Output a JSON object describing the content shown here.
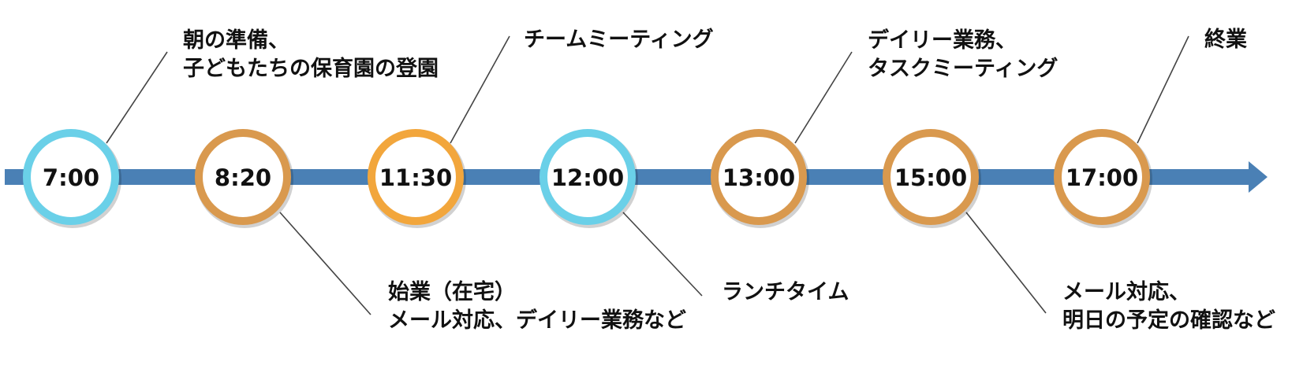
{
  "colors": {
    "axis": "#4A80B5",
    "ring_cyan": "#6AD0E8",
    "ring_tan": "#D9994E",
    "ring_orange": "#F2A63C",
    "leader": "#444444",
    "text": "#111111"
  },
  "milestones": [
    {
      "time": "7:00",
      "ring": "ring_cyan",
      "label_side": "above",
      "lines": [
        "朝の準備、",
        "子どもたちの保育園の登園"
      ]
    },
    {
      "time": "8:20",
      "ring": "ring_tan",
      "label_side": "below",
      "lines": [
        "始業（在宅）",
        "メール対応、デイリー業務など"
      ]
    },
    {
      "time": "11:30",
      "ring": "ring_orange",
      "label_side": "above",
      "lines": [
        "チームミーティング"
      ]
    },
    {
      "time": "12:00",
      "ring": "ring_cyan",
      "label_side": "below",
      "lines": [
        "ランチタイム"
      ]
    },
    {
      "time": "13:00",
      "ring": "ring_tan",
      "label_side": "above",
      "lines": [
        "デイリー業務、",
        "タスクミーティング"
      ]
    },
    {
      "time": "15:00",
      "ring": "ring_tan",
      "label_side": "below",
      "lines": [
        "メール対応、",
        "明日の予定の確認など"
      ]
    },
    {
      "time": "17:00",
      "ring": "ring_tan",
      "label_side": "above",
      "lines": [
        "終業"
      ]
    }
  ]
}
